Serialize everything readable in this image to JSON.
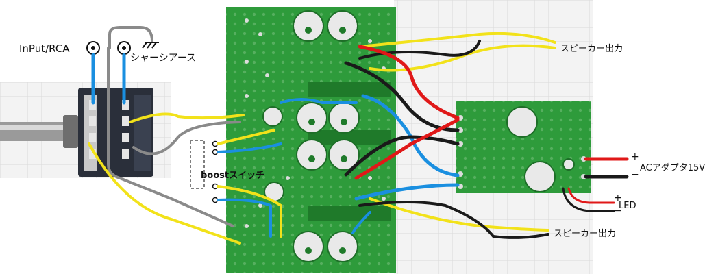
{
  "labels": {
    "input_rca": "InPut/RCA",
    "chassis_ground": "シャーシアース",
    "boost_switch": "boostスイッチ",
    "speaker_out_1": "スピーカー出力",
    "speaker_out_2": "スピーカー出力",
    "ac_adapter": "ACアダプタ15V",
    "led": "LED"
  },
  "polarity": {
    "ac_plus": "+",
    "ac_minus": "−",
    "led_plus": "+",
    "led_minus": "−"
  },
  "colors": {
    "pcb_green": "#2f9a3a",
    "pcb_dark": "#1f7a2a",
    "copper_pad": "#d8d8d8",
    "wire_red": "#e01818",
    "wire_black": "#1a1a1a",
    "wire_blue": "#1a8fe0",
    "wire_yellow": "#f2e21a",
    "wire_gray": "#8a8a8a",
    "grid_bg": "#f1f1f1",
    "grid_line": "#d6d6d6"
  }
}
